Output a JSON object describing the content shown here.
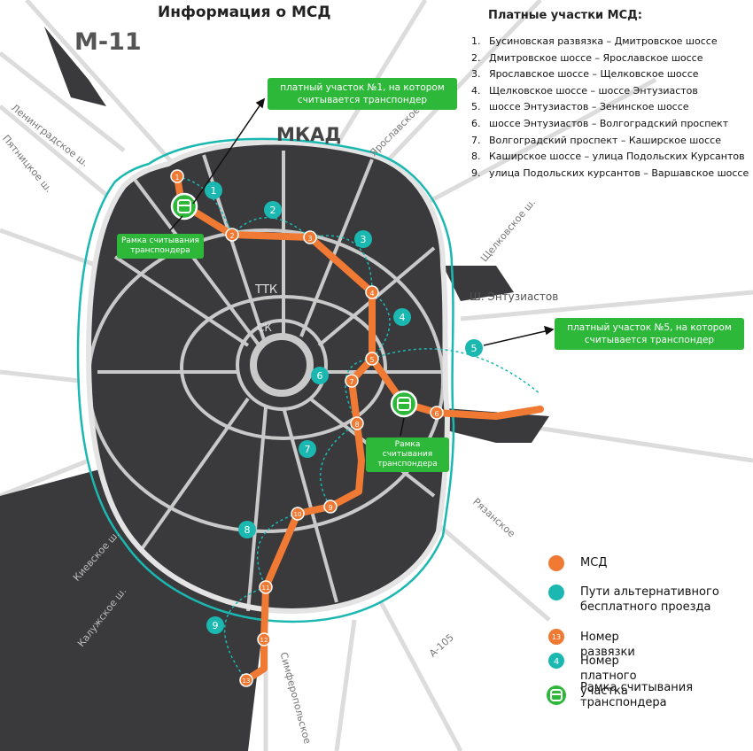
{
  "title": "Информация о МСД",
  "toll_sections": {
    "heading": "Платные участки МСД:",
    "items": [
      {
        "num": "1.",
        "text": "Бусиновская развязка – Дмитровское шоссе"
      },
      {
        "num": "2.",
        "text": "Дмитровское шоссе – Ярославское шоссе"
      },
      {
        "num": "3.",
        "text": "Ярославское шоссе – Щелковское шоссе"
      },
      {
        "num": "4.",
        "text": "Щелковское шоссе – шоссе Энтузиастов"
      },
      {
        "num": "5.",
        "text": "шоссе Энтузиастов – Зенинское шоссе"
      },
      {
        "num": "6.",
        "text": "шоссе Энтузиастов – Волгоградский проспект"
      },
      {
        "num": "7.",
        "text": "Волгоградский проспект – Каширское шоссе"
      },
      {
        "num": "8.",
        "text": "Каширское шоссе – улица Подольских Курсантов"
      },
      {
        "num": "9.",
        "text": "улица Подольских курсантов – Варшавское шоссе"
      }
    ]
  },
  "map_labels": {
    "m11": "М-11",
    "mkad": "МКАД",
    "ttk": "ТТК",
    "sk": "СК",
    "leningradskoe": "Ленинградское ш.",
    "pyatnitskoe": "Пятницкое ш.",
    "yaroslavskoe": "Ярославское",
    "shchelkovskoe": "Щелковское ш.",
    "entuziastov": "Ш. Энтузиастов",
    "ryazanskoe": "Рязанское",
    "kievskoe": "Киевское ш.",
    "kaluzhskoe": "Калужское ш.",
    "a105": "А-105",
    "simferopolskoe": "Симферопольское"
  },
  "callouts": {
    "toll1": "платный участок №1, на котором считывается транспондер",
    "toll5": "платный участок №5, на котором считывается транспондер",
    "frame_left": "Рамка считывания транспондера",
    "frame_right": "Рамка считывания транспондера"
  },
  "legend": {
    "msd": "МСД",
    "alt": "Пути альтернативного бесплатного проезда",
    "junction": "Номер развязки",
    "toll": "Номер платного участка",
    "frame": "Рамка считывания транспондера"
  },
  "junction_numbers": [
    "1",
    "2",
    "3",
    "4",
    "5",
    "6",
    "7",
    "8",
    "9",
    "10",
    "11",
    "12",
    "13"
  ],
  "toll_numbers": [
    "1",
    "2",
    "3",
    "4",
    "5",
    "6",
    "7",
    "8",
    "9"
  ],
  "colors": {
    "msd": "#f07a33",
    "alt": "#1bb8b2",
    "frame": "#2db83a",
    "city": "#3a3a3c",
    "roads": "#c9c9c9"
  }
}
